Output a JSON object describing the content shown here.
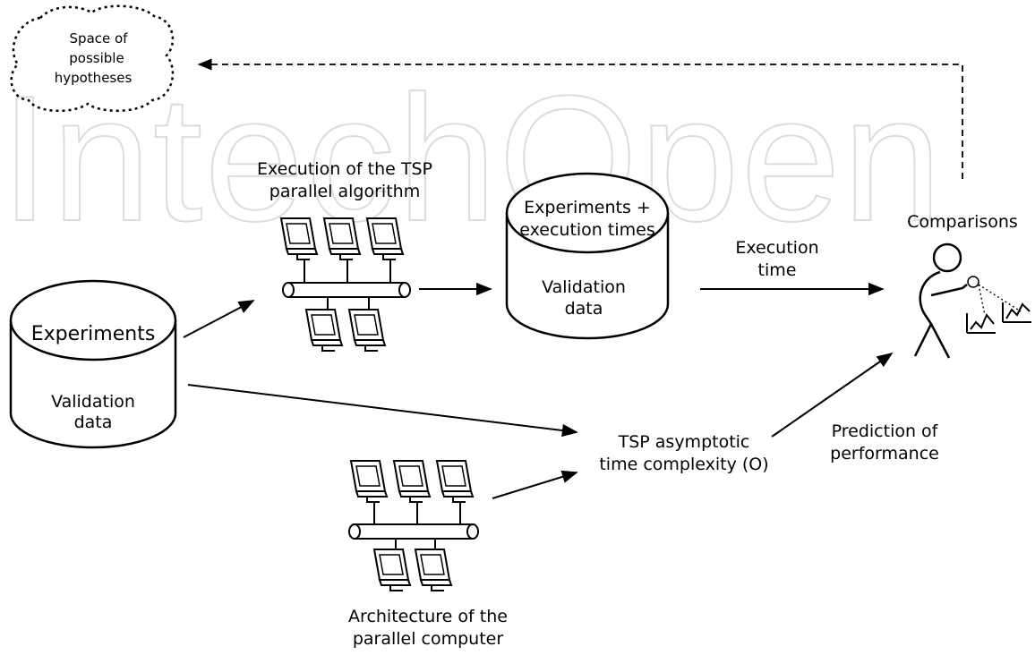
{
  "watermark": "IntechOpen",
  "hypotheses": {
    "line1": "Space of",
    "line2": "possible",
    "line3": "hypotheses"
  },
  "experiments_db": {
    "title": "Experiments",
    "sub1": "Validation",
    "sub2": "data"
  },
  "execution": {
    "line1": "Execution of the TSP",
    "line2": "parallel algorithm"
  },
  "results_db": {
    "title1": "Experiments +",
    "title2": "execution times",
    "sub1": "Validation",
    "sub2": "data"
  },
  "execution_time": {
    "line1": "Execution",
    "line2": "time"
  },
  "comparisons": {
    "label": "Comparisons"
  },
  "complexity": {
    "line1": "TSP asymptotic",
    "line2": "time complexity (O)"
  },
  "prediction": {
    "line1": "Prediction of",
    "line2": "performance"
  },
  "architecture": {
    "line1": "Architecture of the",
    "line2": "parallel computer"
  }
}
